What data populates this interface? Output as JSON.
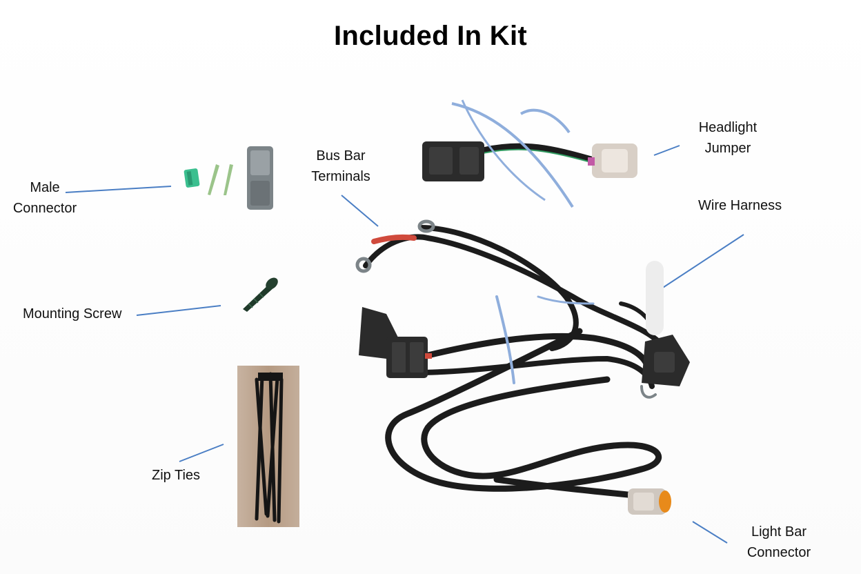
{
  "title": "Included In Kit",
  "labels": {
    "male_connector": [
      "Male",
      "Connector"
    ],
    "bus_bar_terminals": [
      "Bus Bar",
      "Terminals"
    ],
    "headlight_jumper": [
      "Headlight",
      "Jumper"
    ],
    "wire_harness": "Wire Harness",
    "mounting_screw": "Mounting Screw",
    "zip_ties": "Zip Ties",
    "light_bar_connector": [
      "Light Bar",
      "Connector"
    ]
  },
  "colors": {
    "leader_line": "#4a7ec4",
    "wire": "#1c1c1c",
    "connector_gray": "#7c8488",
    "connector_dark": "#2b2b2b",
    "terminal_green": "#3bbf8f",
    "light_bar_amber": "#e88a1a",
    "blue_tape": "#8faedc"
  }
}
